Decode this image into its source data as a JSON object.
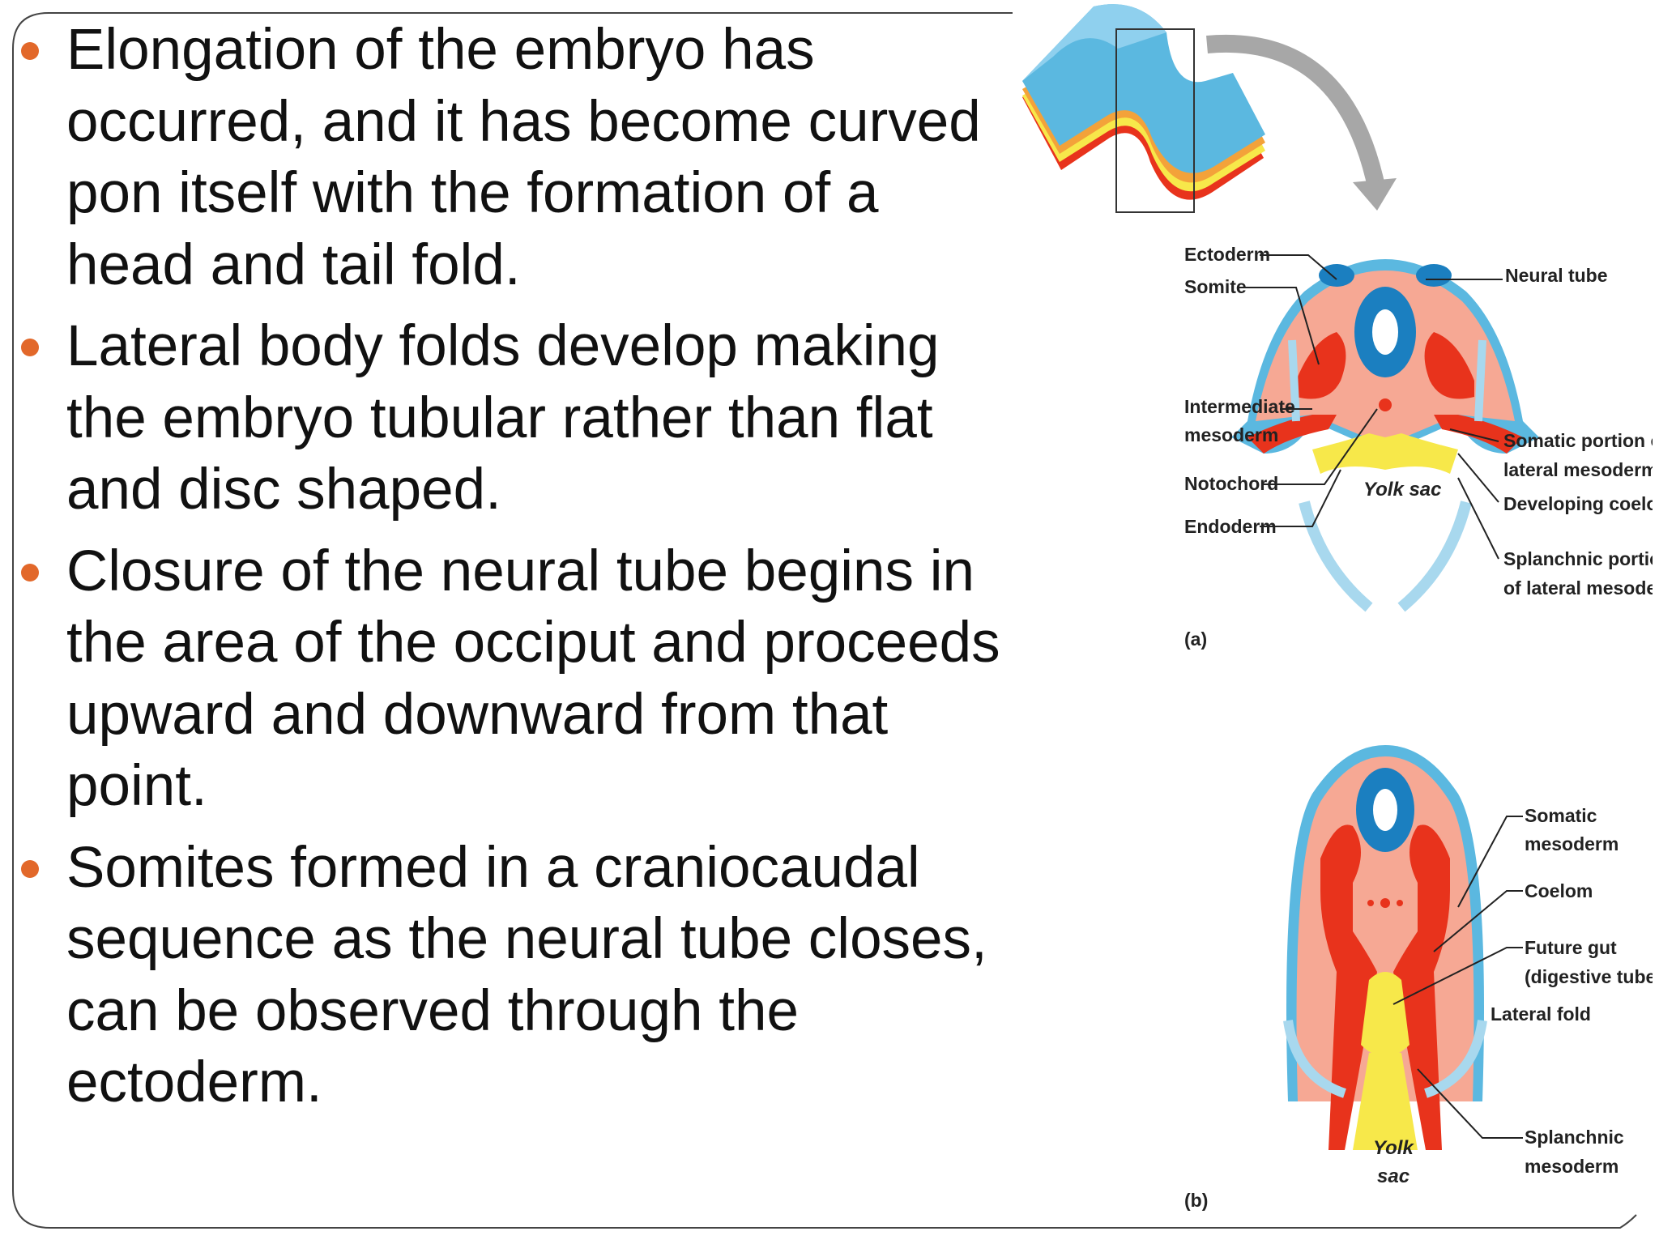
{
  "bullets": [
    "Elongation of the embryo has occurred, and it has become curved pon itself with the formation of a head and tail fold.",
    "Lateral body folds develop making the embryo tubular rather than flat and disc shaped.",
    "Closure of the neural tube begins in the area of the occiput and proceeds upward and downward from that point.",
    "Somites formed in a craniocaudal sequence as the neural tube closes, can be observed through the ectoderm."
  ],
  "figure": {
    "a": {
      "ectoderm": "Ectoderm",
      "somite": "Somite",
      "neural_tube": "Neural tube",
      "intermediate_1": "Intermediate",
      "intermediate_2": "mesoderm",
      "notochord": "Notochord",
      "endoderm": "Endoderm",
      "yolk_sac": "Yolk sac",
      "somatic_1": "Somatic portion of",
      "somatic_2": "lateral mesoderm",
      "coelom": "Developing coelom",
      "splanchnic_1": "Splanchnic portion",
      "splanchnic_2": "of lateral mesoderm",
      "panel_label": "(a)"
    },
    "b": {
      "somatic_1": "Somatic",
      "somatic_2": "mesoderm",
      "coelom": "Coelom",
      "gut_1": "Future gut",
      "gut_2": "(digestive tube)",
      "lateral_fold": "Lateral fold",
      "yolk_1": "Yolk",
      "yolk_2": "sac",
      "splanchnic_1": "Splanchnic",
      "splanchnic_2": "mesoderm",
      "panel_label": "(b)"
    }
  },
  "colors": {
    "bullet": "#e2682a",
    "text": "#111111",
    "ectoderm_blue": "#5bb8e0",
    "mesoderm_red": "#e8331c",
    "endoderm_yellow": "#f7e84a",
    "tissue_pink": "#f6a894",
    "neural_blue": "#1b7fc0",
    "arrow_blue": "#a8d8ee",
    "arrow_gray": "#a7a7a7"
  }
}
